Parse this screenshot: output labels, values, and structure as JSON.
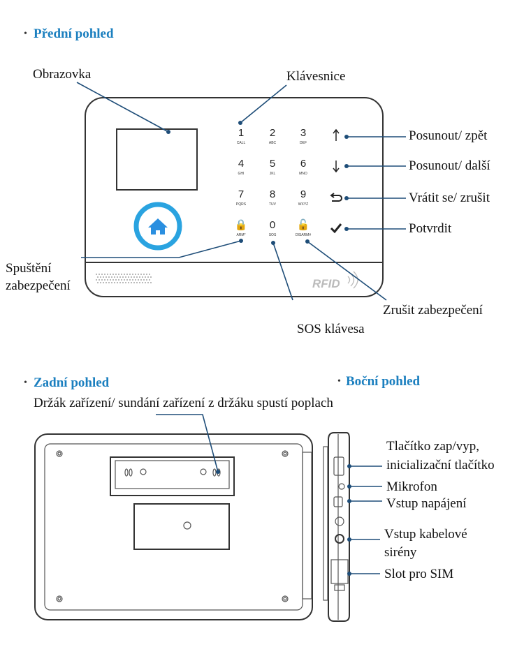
{
  "front": {
    "heading": "Přední pohled",
    "labels": {
      "screen": "Obrazovka",
      "keypad": "Klávesnice",
      "scroll_up": "Posunout/ zpět",
      "scroll_down": "Posunout/ další",
      "back_cancel": "Vrátit se/ zrušit",
      "confirm": "Potvrdit",
      "arm_line1": "Spuštění",
      "arm_line2": "zabezpečení",
      "sos": "SOS klávesa",
      "disarm": "Zrušit zabezpečení"
    },
    "keys": [
      {
        "digit": "1",
        "sub": "CALL"
      },
      {
        "digit": "2",
        "sub": "ABC"
      },
      {
        "digit": "3",
        "sub": "DEF"
      },
      {
        "digit": "4",
        "sub": "GHI"
      },
      {
        "digit": "5",
        "sub": "JKL"
      },
      {
        "digit": "6",
        "sub": "MNO"
      },
      {
        "digit": "7",
        "sub": "PQRS"
      },
      {
        "digit": "8",
        "sub": "TUV"
      },
      {
        "digit": "9",
        "sub": "WXYZ"
      },
      {
        "digit": "🔒",
        "sub": "ARM*"
      },
      {
        "digit": "0",
        "sub": "SOS"
      },
      {
        "digit": "🔓",
        "sub": "DISARM#"
      }
    ],
    "nav_icons": [
      "arrow-up-icon",
      "arrow-down-icon",
      "return-icon",
      "check-icon"
    ],
    "rfid": "RFID",
    "home_color": "#2aa3e0"
  },
  "back": {
    "heading": "Zadní pohled",
    "bracket_label": "Držák zařízení/ sundání zařízení z držáku spustí poplach"
  },
  "side": {
    "heading": "Boční pohled",
    "labels": {
      "power_line1": "Tlačítko zap/vyp,",
      "power_line2": "inicializační tlačítko",
      "mic": "Mikrofon",
      "power_in": "Vstup napájení",
      "siren_line1": "Vstup kabelové",
      "siren_line2": "sirény",
      "sim": "Slot pro SIM"
    }
  },
  "colors": {
    "heading": "#1b7fbf",
    "leader": "#1e4d78"
  }
}
